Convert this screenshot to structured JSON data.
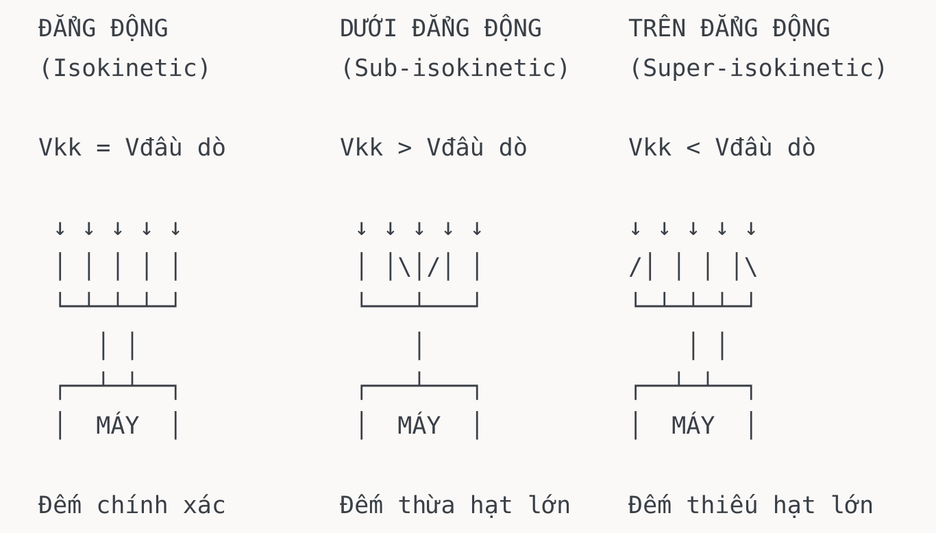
{
  "page": {
    "background_color": "#faf9f7",
    "text_color": "#3a3f47"
  },
  "columns": [
    {
      "id": "isokinetic",
      "title_vi": "ĐẲNG ĐỘNG",
      "title_en": "(Isokinetic)",
      "velocity": "Vkk = Vđầu dò",
      "art": [
        " ↓ ↓ ↓ ↓ ↓",
        " │ │ │ │ │",
        " └─┴─┴─┴─┘",
        "    │ │",
        " ┌──┴─┴──┐",
        " │  MÁY  │"
      ],
      "caption": "Đếm chính xác"
    },
    {
      "id": "sub-isokinetic",
      "title_vi": "DƯỚI ĐẲNG ĐỘNG",
      "title_en": "(Sub-isokinetic)",
      "velocity": "Vkk > Vđầu dò",
      "art": [
        " ↓ ↓ ↓ ↓ ↓",
        " │ │\\│/│ │",
        " └───┴───┘",
        "     │",
        " ┌───┴───┐",
        " │  MÁY  │"
      ],
      "caption": "Đếm thừa hạt lớn"
    },
    {
      "id": "super-isokinetic",
      "title_vi": "TRÊN ĐẲNG ĐỘNG",
      "title_en": "(Super-isokinetic)",
      "velocity": "Vkk < Vđầu dò",
      "art": [
        "↓ ↓ ↓ ↓ ↓",
        "/│ │ │ │\\",
        "└─┴─┴─┴─┘",
        "    │ │",
        "┌──┴─┴──┐",
        "│  MÁY  │"
      ],
      "caption": "Đếm thiếu hạt lớn"
    }
  ]
}
